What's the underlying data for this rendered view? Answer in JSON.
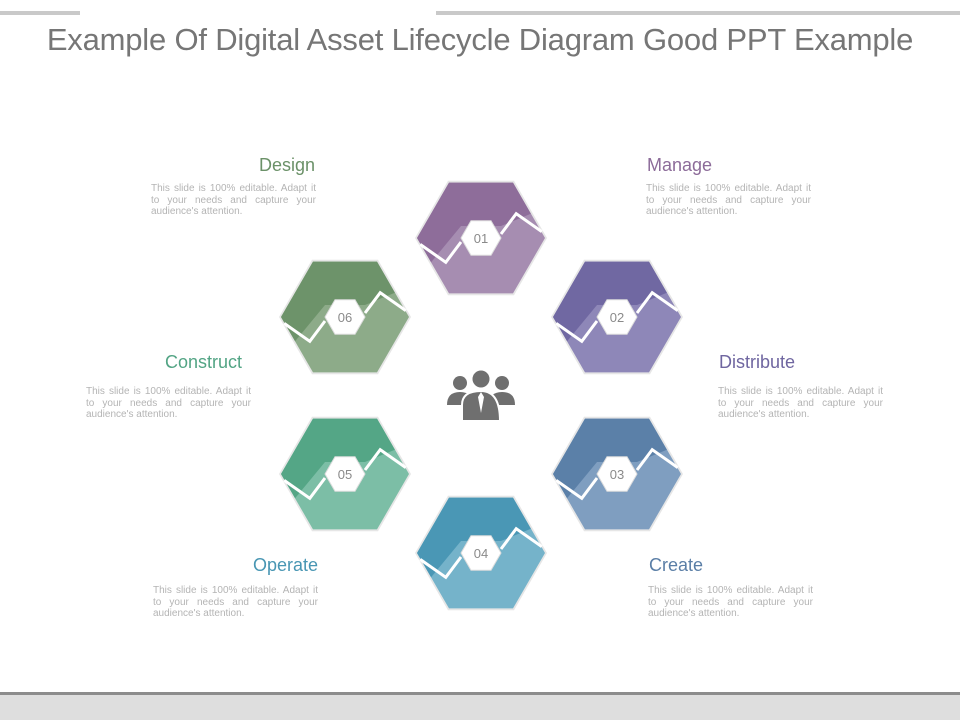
{
  "title": "Example Of Digital Asset Lifecycle Diagram Good PPT Example",
  "steps": [
    {
      "number": "01",
      "label": "Manage",
      "color": "#8c6b99",
      "color_light": "#a68db1",
      "desc": "This slide is 100% editable. Adapt it to your needs and capture your audience's attention."
    },
    {
      "number": "02",
      "label": "Distribute",
      "color": "#6f66a0",
      "color_light": "#8e87b8",
      "desc": "This slide is 100% editable. Adapt it to your needs and capture your audience's attention."
    },
    {
      "number": "03",
      "label": "Create",
      "color": "#5a7ea6",
      "color_light": "#7f9ec0",
      "desc": "This slide is 100% editable. Adapt it to your needs and capture your audience's attention."
    },
    {
      "number": "04",
      "label": "Operate",
      "color": "#4896b3",
      "color_light": "#75b3ca",
      "desc": "This slide is 100% editable. Adapt it to your needs and capture your audience's attention."
    },
    {
      "number": "05",
      "label": "Construct",
      "color": "#52a484",
      "color_light": "#7cbea6",
      "desc": "This slide is 100% editable. Adapt it to your needs and capture your audience's attention."
    },
    {
      "number": "06",
      "label": "Design",
      "color": "#6b9168",
      "color_light": "#8dab89",
      "desc": "This slide is 100% editable. Adapt it to your needs and capture your audience's attention."
    }
  ],
  "center_icon": "team-icon"
}
